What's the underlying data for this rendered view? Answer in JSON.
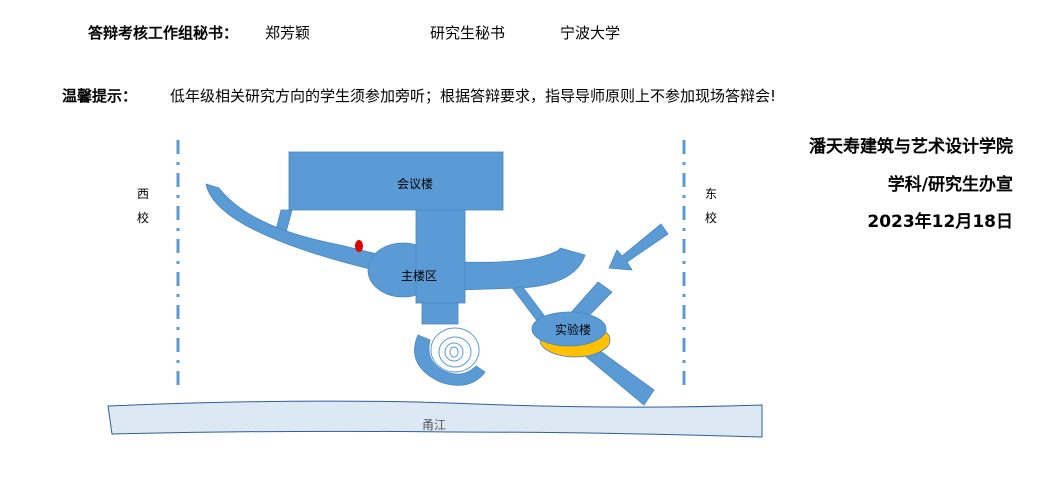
{
  "header": {
    "secretary_label": "答辩考核工作组秘书：",
    "secretary_name": "郑芳颖",
    "secretary_role": "研究生秘书",
    "university": "宁波大学"
  },
  "notice": {
    "label": "温馨提示：",
    "text": "低年级相关研究方向的学生须参加旁听；根据答辩要求，指导导师原则上不参加现场答辩会!"
  },
  "signature": {
    "college": "潘天寿建筑与艺术设计学院",
    "office": "学科/研究生办宣",
    "date": "2023年12月18日"
  },
  "map": {
    "west_campus": [
      "西",
      "校"
    ],
    "east_campus": [
      "东",
      "校"
    ],
    "meeting_building": "会议楼",
    "main_building": "主楼区",
    "lab_building": "实验楼",
    "river": "甬江",
    "colors": {
      "building": "#5b9bd5",
      "marker": "#e00000",
      "lab_accent": "#ffc000",
      "river": "#dde8f5"
    }
  }
}
